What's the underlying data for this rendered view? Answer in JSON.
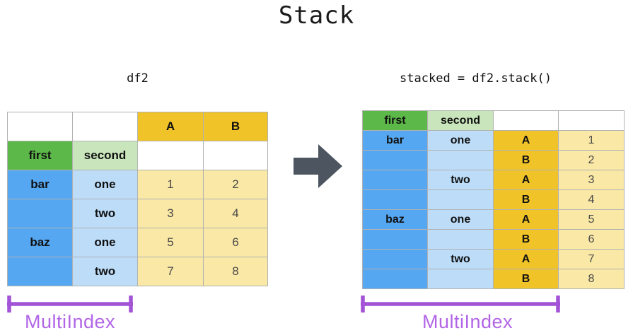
{
  "title": {
    "text": "Stack"
  },
  "left_panel": {
    "label": "df2",
    "bracket_label": "MultiIndex",
    "table": {
      "rows": [
        [
          {
            "text": "",
            "color": "white"
          },
          {
            "text": "",
            "color": "white"
          },
          {
            "text": "A",
            "color": "gold",
            "kind": "label"
          },
          {
            "text": "B",
            "color": "gold",
            "kind": "label"
          }
        ],
        [
          {
            "text": "first",
            "color": "green",
            "kind": "label"
          },
          {
            "text": "second",
            "color": "lgreen",
            "kind": "label"
          },
          {
            "text": "",
            "color": "white"
          },
          {
            "text": "",
            "color": "white"
          }
        ],
        [
          {
            "text": "bar",
            "color": "blue",
            "kind": "label"
          },
          {
            "text": "one",
            "color": "lblue",
            "kind": "label"
          },
          {
            "text": "1",
            "color": "lyellow",
            "kind": "value"
          },
          {
            "text": "2",
            "color": "lyellow",
            "kind": "value"
          }
        ],
        [
          {
            "text": "",
            "color": "blue"
          },
          {
            "text": "two",
            "color": "lblue",
            "kind": "label"
          },
          {
            "text": "3",
            "color": "lyellow",
            "kind": "value"
          },
          {
            "text": "4",
            "color": "lyellow",
            "kind": "value"
          }
        ],
        [
          {
            "text": "baz",
            "color": "blue",
            "kind": "label"
          },
          {
            "text": "one",
            "color": "lblue",
            "kind": "label"
          },
          {
            "text": "5",
            "color": "lyellow",
            "kind": "value"
          },
          {
            "text": "6",
            "color": "lyellow",
            "kind": "value"
          }
        ],
        [
          {
            "text": "",
            "color": "blue"
          },
          {
            "text": "two",
            "color": "lblue",
            "kind": "label"
          },
          {
            "text": "7",
            "color": "lyellow",
            "kind": "value"
          },
          {
            "text": "8",
            "color": "lyellow",
            "kind": "value"
          }
        ]
      ]
    }
  },
  "right_panel": {
    "label": "stacked = df2.stack()",
    "bracket_label": "MultiIndex",
    "table": {
      "rows": [
        [
          {
            "text": "first",
            "color": "green",
            "kind": "label"
          },
          {
            "text": "second",
            "color": "lgreen",
            "kind": "label"
          },
          {
            "text": "",
            "color": "white"
          },
          {
            "text": "",
            "color": "white"
          }
        ],
        [
          {
            "text": "bar",
            "color": "blue",
            "kind": "label"
          },
          {
            "text": "one",
            "color": "lblue",
            "kind": "label"
          },
          {
            "text": "A",
            "color": "gold",
            "kind": "label"
          },
          {
            "text": "1",
            "color": "lyellow",
            "kind": "value"
          }
        ],
        [
          {
            "text": "",
            "color": "blue"
          },
          {
            "text": "",
            "color": "lblue"
          },
          {
            "text": "B",
            "color": "gold",
            "kind": "label"
          },
          {
            "text": "2",
            "color": "lyellow",
            "kind": "value"
          }
        ],
        [
          {
            "text": "",
            "color": "blue"
          },
          {
            "text": "two",
            "color": "lblue",
            "kind": "label"
          },
          {
            "text": "A",
            "color": "gold",
            "kind": "label"
          },
          {
            "text": "3",
            "color": "lyellow",
            "kind": "value"
          }
        ],
        [
          {
            "text": "",
            "color": "blue"
          },
          {
            "text": "",
            "color": "lblue"
          },
          {
            "text": "B",
            "color": "gold",
            "kind": "label"
          },
          {
            "text": "4",
            "color": "lyellow",
            "kind": "value"
          }
        ],
        [
          {
            "text": "baz",
            "color": "blue",
            "kind": "label"
          },
          {
            "text": "one",
            "color": "lblue",
            "kind": "label"
          },
          {
            "text": "A",
            "color": "gold",
            "kind": "label"
          },
          {
            "text": "5",
            "color": "lyellow",
            "kind": "value"
          }
        ],
        [
          {
            "text": "",
            "color": "blue"
          },
          {
            "text": "",
            "color": "lblue"
          },
          {
            "text": "B",
            "color": "gold",
            "kind": "label"
          },
          {
            "text": "6",
            "color": "lyellow",
            "kind": "value"
          }
        ],
        [
          {
            "text": "",
            "color": "blue"
          },
          {
            "text": "two",
            "color": "lblue",
            "kind": "label"
          },
          {
            "text": "A",
            "color": "gold",
            "kind": "label"
          },
          {
            "text": "7",
            "color": "lyellow",
            "kind": "value"
          }
        ],
        [
          {
            "text": "",
            "color": "blue"
          },
          {
            "text": "",
            "color": "lblue"
          },
          {
            "text": "B",
            "color": "gold",
            "kind": "label"
          },
          {
            "text": "8",
            "color": "lyellow",
            "kind": "value"
          }
        ]
      ]
    }
  },
  "colors": {
    "white": "#ffffff",
    "green": "#5cb848",
    "lgreen": "#c9e5bb",
    "blue": "#55a7f2",
    "lblue": "#bcdcf8",
    "gold": "#f0c428",
    "lyellow": "#fae8a6",
    "grid": "#b2b2b2",
    "arrow": "#4c5560",
    "bracket": "#a253d6",
    "label_purple": "#b266e6"
  }
}
